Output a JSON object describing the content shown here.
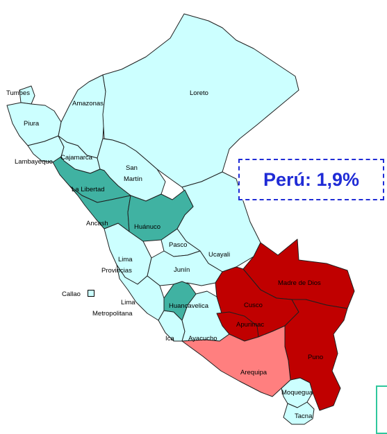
{
  "colors": {
    "low": "#ccffff",
    "medium": "#40b2a2",
    "high": "#c00000",
    "mid_high": "#ff7f7f",
    "border": "#1f1f1f",
    "summary_text": "#1f2bd6",
    "legend_border": "#2fc79c"
  },
  "summary": {
    "label": "Perú: 1,9%"
  },
  "regions": {
    "tumbes": "Tumbes",
    "piura": "Piura",
    "lambayeque": "Lambayeque",
    "amazonas": "Amazonas",
    "cajamarca": "Cajamarca",
    "la_libertad": "La Libertad",
    "loreto": "Loreto",
    "san": "San",
    "martin": "Martín",
    "ancash": "Ancash",
    "huanuco": "Huánuco",
    "ucayali": "Ucayali",
    "pasco": "Pasco",
    "lima_prov_1": "Lima",
    "lima_prov_2": "Provincias",
    "callao": "Callao",
    "junin": "Junín",
    "lima_met_1": "Lima",
    "lima_met_2": "Metropolitana",
    "madre_de_dios": "Madre de Dios",
    "cusco": "Cusco",
    "huancavelica": "Huancavelica",
    "apurimac": "Apurimac",
    "ica": "Ica",
    "ayacucho": "Ayacucho",
    "puno": "Puno",
    "arequipa": "Arequipa",
    "moquegua": "Moquegua",
    "tacna": "Tacna"
  }
}
